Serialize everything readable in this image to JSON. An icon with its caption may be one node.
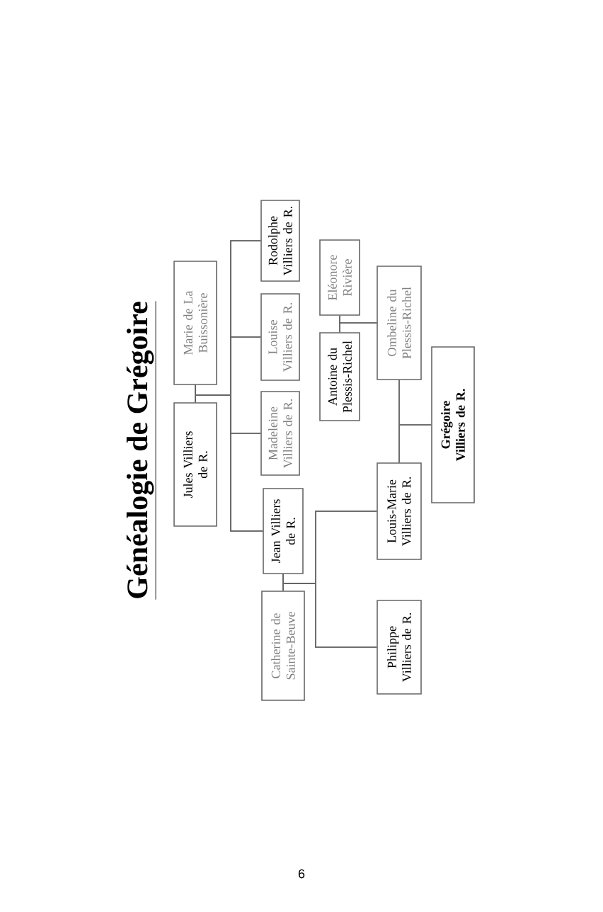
{
  "diagram": {
    "title": "Généalogie de Grégoire",
    "nodes": [
      {
        "text": [
          "Marie de La Buissonière"
        ]
      },
      {
        "text": [
          "Jules Villiers de R."
        ]
      },
      {
        "text": [
          "Rodolphe Villiers de R."
        ]
      },
      {
        "text": [
          "Louise Villiers de R."
        ]
      },
      {
        "text": [
          "Madeleine Villiers de R."
        ]
      },
      {
        "text": [
          "Jean Villiers de R."
        ]
      },
      {
        "text": [
          "Catherine de Sainte-Beuve"
        ]
      },
      {
        "text": [
          "Eléonore Rivière"
        ]
      },
      {
        "text": [
          "Antoine du Plessis-Richel"
        ]
      },
      {
        "text": [
          "Ombeline du Plessis-Richel"
        ]
      },
      {
        "text": [
          "Louis-Marie Villiers de R."
        ]
      },
      {
        "text": [
          "Philippe Villiers de R."
        ]
      },
      {
        "text": [
          "Grégoire Villiers de R."
        ]
      }
    ],
    "edges": [
      {
        "from": 0,
        "to": 1,
        "arrow": "none"
      },
      {
        "from": 0,
        "to": 2,
        "arrow": "none"
      },
      {
        "from": 1,
        "to": 2,
        "arrow": "none"
      },
      {
        "from": 0,
        "to": 3,
        "arrow": "none"
      },
      {
        "from": 1,
        "to": 3,
        "arrow": "none"
      },
      {
        "from": 0,
        "to": 4,
        "arrow": "none"
      },
      {
        "from": 1,
        "to": 4,
        "arrow": "none"
      },
      {
        "from": 0,
        "to": 5,
        "arrow": "none"
      },
      {
        "from": 1,
        "to": 5,
        "arrow": "none"
      },
      {
        "from": 5,
        "to": 6,
        "arrow": "none"
      },
      {
        "from": 5,
        "to": 10,
        "arrow": "none"
      },
      {
        "from": 6,
        "to": 10,
        "arrow": "none"
      },
      {
        "from": 5,
        "to": 11,
        "arrow": "none"
      },
      {
        "from": 6,
        "to": 11,
        "arrow": "none"
      },
      {
        "from": 7,
        "to": 8,
        "arrow": "none"
      },
      {
        "from": 7,
        "to": 9,
        "arrow": "none"
      },
      {
        "from": 8,
        "to": 9,
        "arrow": "none"
      },
      {
        "from": 9,
        "to": 10,
        "arrow": "none"
      },
      {
        "from": 9,
        "to": 12,
        "arrow": "none"
      },
      {
        "from": 10,
        "to": 12,
        "arrow": "none"
      }
    ],
    "labels": [
      "6"
    ]
  }
}
